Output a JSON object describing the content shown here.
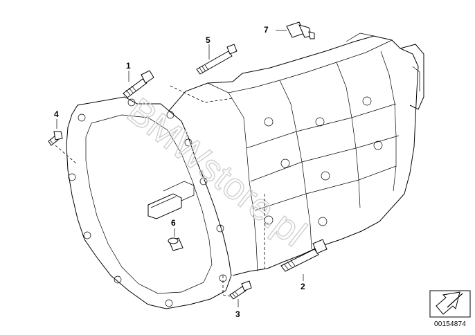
{
  "diagram": {
    "callouts": [
      {
        "id": "1",
        "label": "1"
      },
      {
        "id": "2",
        "label": "2"
      },
      {
        "id": "3",
        "label": "3"
      },
      {
        "id": "4",
        "label": "4"
      },
      {
        "id": "5",
        "label": "5"
      },
      {
        "id": "6",
        "label": "6"
      },
      {
        "id": "7",
        "label": "7"
      }
    ],
    "watermark_text": "BMWstore.pl",
    "reference_code": "00154874"
  }
}
